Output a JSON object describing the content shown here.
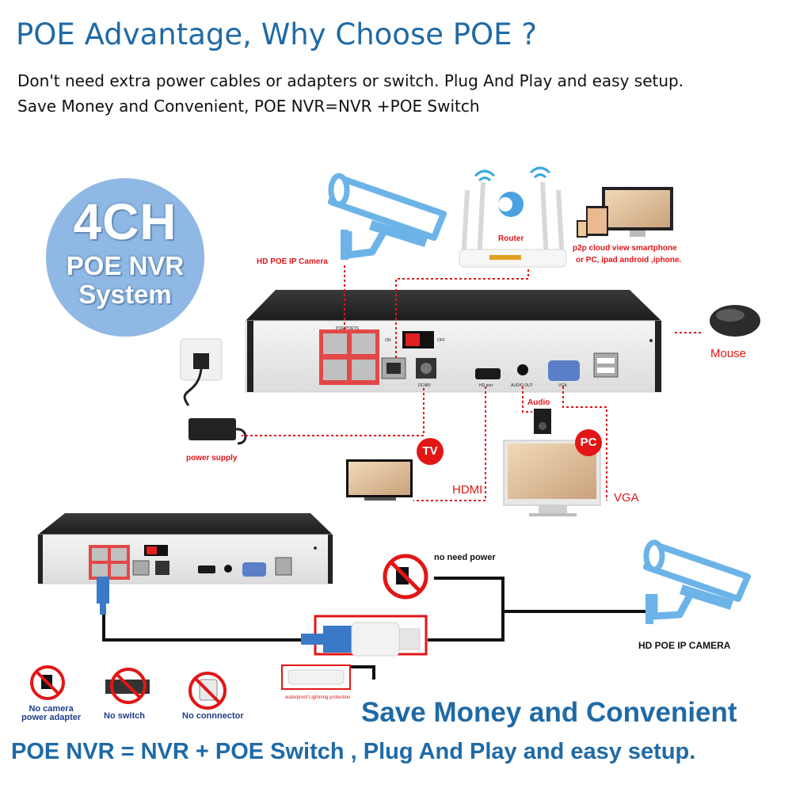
{
  "header": {
    "title": "POE Advantage, Why Choose POE ?",
    "line1": "Don't need extra power cables or adapters or switch. Plug And Play and easy setup.",
    "line2": "Save Money and Convenient, POE NVR=NVR +POE Switch"
  },
  "badge": {
    "line1": "4CH",
    "line2": "POE NVR",
    "line3": "System"
  },
  "top_diagram": {
    "camera_label": "HD POE IP Camera",
    "router_label": "Router",
    "p2p_line1": "p2p cloud  view smartphone",
    "p2p_line2": "or PC, ipad android ,iphone.",
    "mouse_label": "Mouse",
    "audio_label": "Audio",
    "pc_label": "PC",
    "tv_label": "TV",
    "hdmi_label": "HDMI",
    "vga_label": "VGA",
    "power_label": "power supply",
    "ports": {
      "poe": "POE PORTS",
      "on": "ON",
      "off": "OFF",
      "dc": "DC48V",
      "hdmi": "HD port",
      "audio": "AUDIO OUT",
      "vga": "VGA"
    }
  },
  "bottom_diagram": {
    "no_power": "no need power",
    "camera_label": "HD POE IP CAMERA",
    "lightning": "waterproof Lightning protection",
    "no_adapter_1": "No camera",
    "no_adapter_2": "power adapter",
    "no_switch": "No switch",
    "no_connector": "No connnector"
  },
  "footer": {
    "save": "Save Money and Convenient",
    "formula": "POE NVR = NVR + POE Switch , Plug And Play and easy setup."
  },
  "colors": {
    "accent_blue": "#1f6aa6",
    "badge_blue": "#8fb8e4",
    "icon_blue": "#6cb4e8",
    "warn_red": "#e31515"
  }
}
